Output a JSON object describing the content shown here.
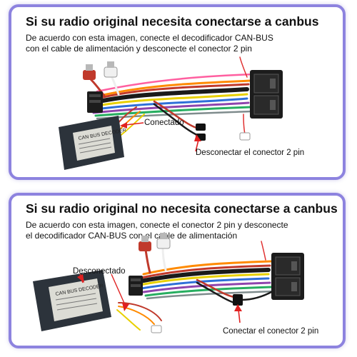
{
  "panels": [
    {
      "title": "Si su radio original necesita conectarse a canbus",
      "description_lines": [
        "De acuerdo con esta imagen, conecte el decodificador CAN-BUS",
        "con el cable de alimentación y desconecte el conector 2 pin"
      ],
      "callouts": {
        "left": "Conectado",
        "right": "Desconectar el conector 2 pin"
      },
      "decoder_label": "CAN BUS DECODER"
    },
    {
      "title": "Si su radio original no necesita conectarse a canbus",
      "description_lines": [
        "De acuerdo con esta imagen, conecte el conector 2 pin y desconecte",
        "el decodificador CAN-BUS con el cable de alimentación"
      ],
      "callouts": {
        "left": "Desconectado",
        "right": "Conectar el conector 2 pin"
      },
      "decoder_label": "CAN BUS DECODER"
    }
  ],
  "colors": {
    "border": "#8d83df",
    "arrow": "#e02020",
    "decoder_body": "#2c333b",
    "connector": "#1c1c1c"
  }
}
